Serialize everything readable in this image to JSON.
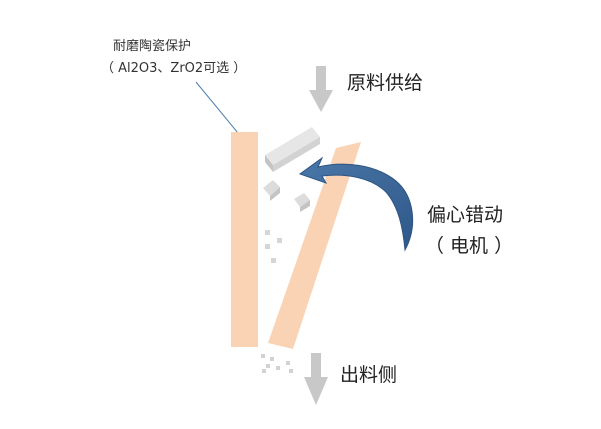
{
  "labels": {
    "ceramic_protection": "耐磨陶瓷保护",
    "ceramic_material": "（ Al2O3、ZrO2可选 ）",
    "feed_supply": "原料供给",
    "eccentric_motion": "偏心错动",
    "motor": "（ 电机 ）",
    "discharge_side": "出料侧"
  },
  "colors": {
    "plate": "#fad3b4",
    "arrow_gray": "#c8c8c8",
    "material_block": "#dcdcdc",
    "curve_arrow": "#3e6a99",
    "leader_line": "#4f7fae",
    "text": "#222222"
  },
  "icons": {
    "feed_arrow": "down-arrow",
    "discharge_arrow": "down-arrow",
    "rotation_arrow": "curved-arrow"
  }
}
